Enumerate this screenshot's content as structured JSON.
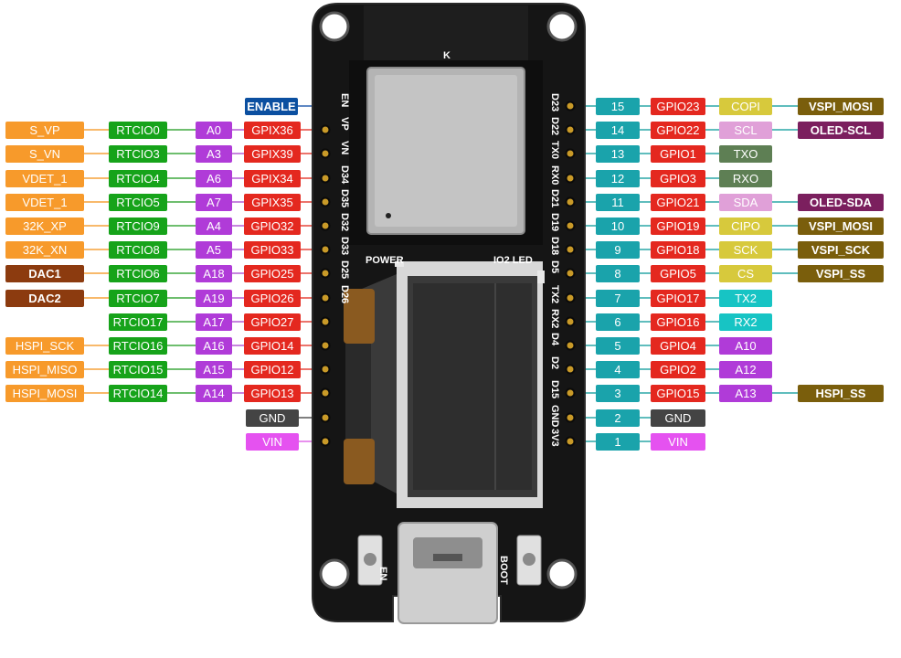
{
  "colors": {
    "orange": "#f79a2b",
    "green": "#16a31a",
    "purple": "#b03bd8",
    "red": "#e4281f",
    "teal": "#1aa3ab",
    "brown": "#8c3b0f",
    "olive": "#7a5e0c",
    "navy": "#0b4fa0",
    "gray": "#444444",
    "magenta": "#e552f0",
    "yellow": "#d7c93c",
    "pink": "#e0a0d8",
    "darkgreen": "#5e7f54",
    "cyan": "#17c4c4",
    "plum": "#7b1f5e",
    "line_orange": "#f6a23a",
    "line_green": "#3ea93e",
    "line_purple": "#b35cd3",
    "line_red": "#e6463c",
    "line_teal": "#2aa7a7",
    "line_gray": "#555555",
    "line_magenta": "#e06ce9"
  },
  "left_rows": [
    {
      "tags": [
        {
          "text": "ENABLE",
          "color": "navy",
          "bold": true
        }
      ]
    },
    {
      "tags": [
        {
          "text": "S_VP",
          "color": "orange"
        },
        {
          "text": "RTCIO0",
          "color": "green"
        },
        {
          "text": "A0",
          "color": "purple"
        },
        {
          "text": "GPIX36",
          "color": "red"
        }
      ]
    },
    {
      "tags": [
        {
          "text": "S_VN",
          "color": "orange"
        },
        {
          "text": "RTCIO3",
          "color": "green"
        },
        {
          "text": "A3",
          "color": "purple"
        },
        {
          "text": "GPIX39",
          "color": "red"
        }
      ]
    },
    {
      "tags": [
        {
          "text": "VDET_1",
          "color": "orange"
        },
        {
          "text": "RTCIO4",
          "color": "green"
        },
        {
          "text": "A6",
          "color": "purple"
        },
        {
          "text": "GPIX34",
          "color": "red"
        }
      ]
    },
    {
      "tags": [
        {
          "text": "VDET_1",
          "color": "orange"
        },
        {
          "text": "RTCIO5",
          "color": "green"
        },
        {
          "text": "A7",
          "color": "purple"
        },
        {
          "text": "GPIX35",
          "color": "red"
        }
      ]
    },
    {
      "tags": [
        {
          "text": "32K_XP",
          "color": "orange"
        },
        {
          "text": "RTCIO9",
          "color": "green"
        },
        {
          "text": "A4",
          "color": "purple"
        },
        {
          "text": "GPIO32",
          "color": "red"
        }
      ]
    },
    {
      "tags": [
        {
          "text": "32K_XN",
          "color": "orange"
        },
        {
          "text": "RTCIO8",
          "color": "green"
        },
        {
          "text": "A5",
          "color": "purple"
        },
        {
          "text": "GPIO33",
          "color": "red"
        }
      ]
    },
    {
      "tags": [
        {
          "text": "DAC1",
          "color": "brown",
          "bold": true
        },
        {
          "text": "RTCIO6",
          "color": "green"
        },
        {
          "text": "A18",
          "color": "purple"
        },
        {
          "text": "GPIO25",
          "color": "red"
        }
      ]
    },
    {
      "tags": [
        {
          "text": "DAC2",
          "color": "brown",
          "bold": true
        },
        {
          "text": "RTCIO7",
          "color": "green"
        },
        {
          "text": "A19",
          "color": "purple"
        },
        {
          "text": "GPIO26",
          "color": "red"
        }
      ]
    },
    {
      "tags": [
        {
          "text": "RTCIO17",
          "color": "green"
        },
        {
          "text": "A17",
          "color": "purple"
        },
        {
          "text": "GPIO27",
          "color": "red"
        }
      ]
    },
    {
      "tags": [
        {
          "text": "HSPI_SCK",
          "color": "orange"
        },
        {
          "text": "RTCIO16",
          "color": "green"
        },
        {
          "text": "A16",
          "color": "purple"
        },
        {
          "text": "GPIO14",
          "color": "red"
        }
      ]
    },
    {
      "tags": [
        {
          "text": "HSPI_MISO",
          "color": "orange"
        },
        {
          "text": "RTCIO15",
          "color": "green"
        },
        {
          "text": "A15",
          "color": "purple"
        },
        {
          "text": "GPIO12",
          "color": "red"
        }
      ]
    },
    {
      "tags": [
        {
          "text": "HSPI_MOSI",
          "color": "orange"
        },
        {
          "text": "RTCIO14",
          "color": "green"
        },
        {
          "text": "A14",
          "color": "purple"
        },
        {
          "text": "GPIO13",
          "color": "red"
        }
      ]
    },
    {
      "tags": [
        {
          "text": "GND",
          "color": "gray"
        }
      ]
    },
    {
      "tags": [
        {
          "text": "VIN",
          "color": "magenta"
        }
      ]
    }
  ],
  "right_rows": [
    {
      "tags": [
        {
          "text": "15",
          "color": "teal"
        },
        {
          "text": "GPIO23",
          "color": "red"
        },
        {
          "text": "COPI",
          "color": "yellow"
        },
        {
          "text": "VSPI_MOSI",
          "color": "olive",
          "bold": true
        }
      ]
    },
    {
      "tags": [
        {
          "text": "14",
          "color": "teal"
        },
        {
          "text": "GPIO22",
          "color": "red"
        },
        {
          "text": "SCL",
          "color": "pink"
        },
        {
          "text": "OLED-SCL",
          "color": "plum",
          "bold": true
        }
      ]
    },
    {
      "tags": [
        {
          "text": "13",
          "color": "teal"
        },
        {
          "text": "GPIO1",
          "color": "red"
        },
        {
          "text": "TXO",
          "color": "darkgreen"
        }
      ]
    },
    {
      "tags": [
        {
          "text": "12",
          "color": "teal"
        },
        {
          "text": "GPIO3",
          "color": "red"
        },
        {
          "text": "RXO",
          "color": "darkgreen"
        }
      ]
    },
    {
      "tags": [
        {
          "text": "11",
          "color": "teal"
        },
        {
          "text": "GPIO21",
          "color": "red"
        },
        {
          "text": "SDA",
          "color": "pink"
        },
        {
          "text": "OLED-SDA",
          "color": "plum",
          "bold": true
        }
      ]
    },
    {
      "tags": [
        {
          "text": "10",
          "color": "teal"
        },
        {
          "text": "GPIO19",
          "color": "red"
        },
        {
          "text": "CIPO",
          "color": "yellow"
        },
        {
          "text": "VSPI_MOSI",
          "color": "olive",
          "bold": true
        }
      ]
    },
    {
      "tags": [
        {
          "text": "9",
          "color": "teal"
        },
        {
          "text": "GPIO18",
          "color": "red"
        },
        {
          "text": "SCK",
          "color": "yellow"
        },
        {
          "text": "VSPI_SCK",
          "color": "olive",
          "bold": true
        }
      ]
    },
    {
      "tags": [
        {
          "text": "8",
          "color": "teal"
        },
        {
          "text": "GPIO5",
          "color": "red"
        },
        {
          "text": "CS",
          "color": "yellow"
        },
        {
          "text": "VSPI_SS",
          "color": "olive",
          "bold": true
        }
      ]
    },
    {
      "tags": [
        {
          "text": "7",
          "color": "teal"
        },
        {
          "text": "GPIO17",
          "color": "red"
        },
        {
          "text": "TX2",
          "color": "cyan"
        }
      ]
    },
    {
      "tags": [
        {
          "text": "6",
          "color": "teal"
        },
        {
          "text": "GPIO16",
          "color": "red"
        },
        {
          "text": "RX2",
          "color": "cyan"
        }
      ]
    },
    {
      "tags": [
        {
          "text": "5",
          "color": "teal"
        },
        {
          "text": "GPIO4",
          "color": "red"
        },
        {
          "text": "A10",
          "color": "purple"
        }
      ]
    },
    {
      "tags": [
        {
          "text": "4",
          "color": "teal"
        },
        {
          "text": "GPIO2",
          "color": "red"
        },
        {
          "text": "A12",
          "color": "purple"
        }
      ]
    },
    {
      "tags": [
        {
          "text": "3",
          "color": "teal"
        },
        {
          "text": "GPIO15",
          "color": "red"
        },
        {
          "text": "A13",
          "color": "purple"
        },
        {
          "text": "HSPI_SS",
          "color": "olive",
          "bold": true
        }
      ]
    },
    {
      "tags": [
        {
          "text": "2",
          "color": "teal"
        },
        {
          "text": "GND",
          "color": "gray"
        }
      ]
    },
    {
      "tags": [
        {
          "text": "1",
          "color": "teal"
        },
        {
          "text": "VIN",
          "color": "magenta"
        }
      ]
    }
  ],
  "board": {
    "left_silk": [
      "EN",
      "VP",
      "VN",
      "D34",
      "D35",
      "D32",
      "D33",
      "D25",
      "D26"
    ],
    "right_silk": [
      "D23",
      "D22",
      "TX0",
      "RX0",
      "D21",
      "D19",
      "D18",
      "D5",
      "TX2",
      "RX2",
      "D4",
      "D2",
      "D15",
      "GND",
      "3V3"
    ],
    "text_power": "POWER",
    "text_io2_led": "IO2 LED",
    "text_en": "EN",
    "text_boot": "BOOT",
    "text_k": "K"
  }
}
